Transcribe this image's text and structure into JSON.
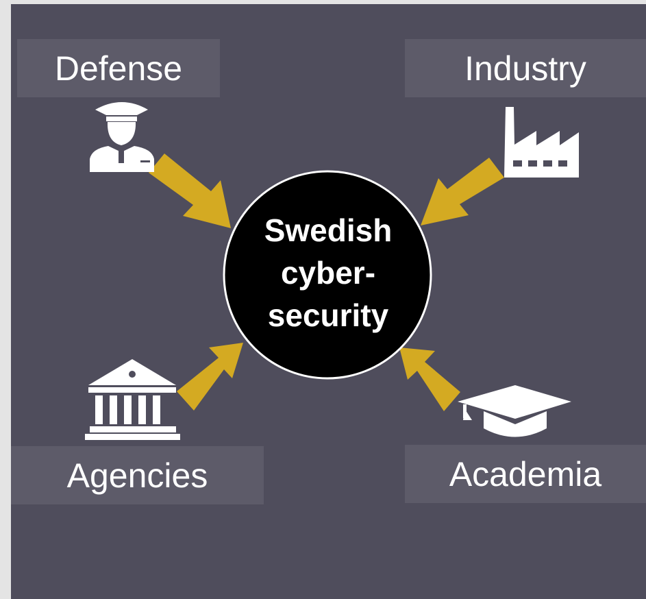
{
  "center": {
    "lines": [
      "Swedish",
      "cyber-",
      "security"
    ]
  },
  "labels": {
    "defense": "Defense",
    "industry": "Industry",
    "agencies": "Agencies",
    "academia": "Academia"
  },
  "icons": {
    "defense": "officer-icon",
    "industry": "factory-icon",
    "agencies": "government-building-icon",
    "academia": "graduation-cap-icon"
  },
  "colors": {
    "background": "#4f4d5c",
    "label_box": "#5d5b69",
    "arrow": "#d4aa22",
    "center_fill": "#000000",
    "center_border": "#ffffff",
    "text": "#ffffff"
  }
}
